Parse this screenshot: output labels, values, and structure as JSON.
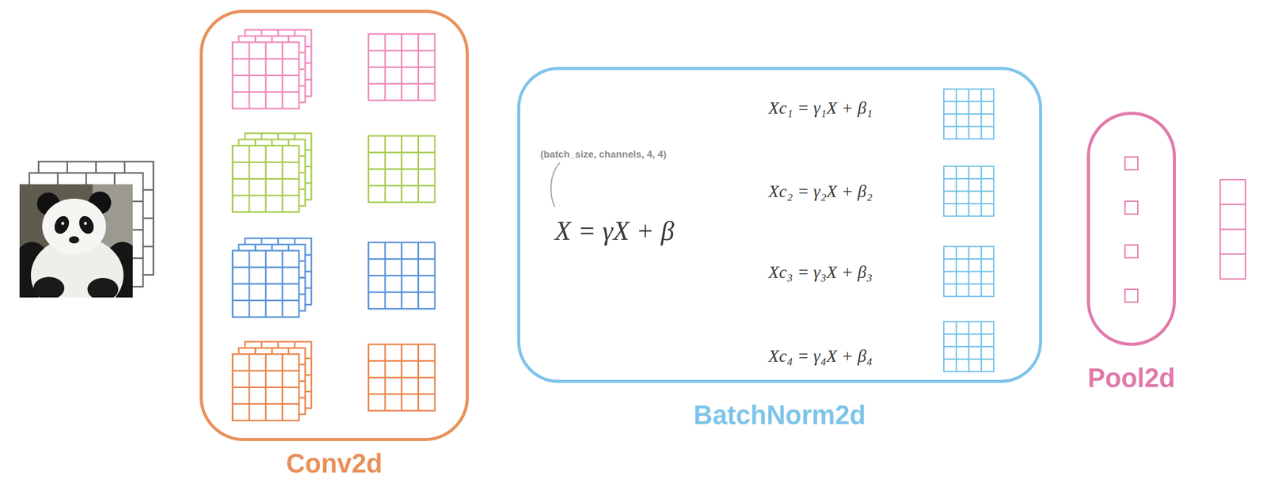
{
  "diagram": {
    "nodes": [
      {
        "text": [
          "Conv2d"
        ]
      },
      {
        "text": [
          "BatchNorm2d",
          "(batch_size, channels, 4, 4)",
          "X = γX + β",
          "Xc₁ = γ₁X + β₁",
          "Xc₂ = γ₂X + β₂",
          "Xc₃ = γ₃X + β₃",
          "Xc₄ = γ₄X + β₄"
        ]
      },
      {
        "text": [
          "Pool2d"
        ]
      }
    ]
  }
}
